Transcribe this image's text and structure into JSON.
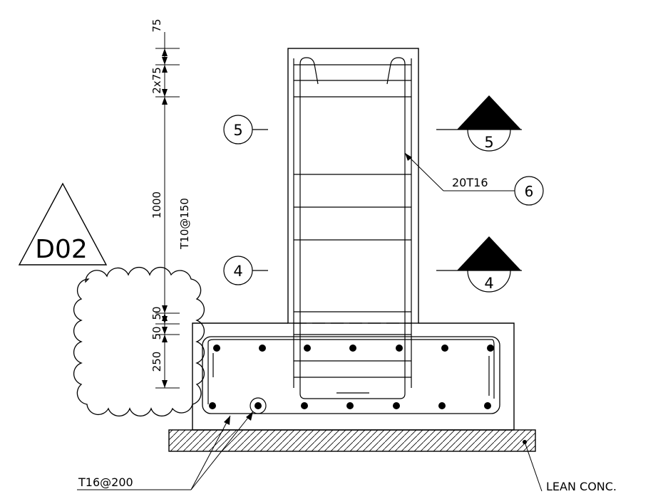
{
  "detail_tag": "D02",
  "dimensions": {
    "d75": "75",
    "d2x75": "2x75",
    "d1000": "1000",
    "d50a": "50",
    "d50b": "50",
    "d250": "250"
  },
  "vertical_bar_label": "T10@150",
  "section_markers": [
    {
      "number": "5"
    },
    {
      "number": "4"
    }
  ],
  "main_bars_label": "20T16",
  "main_bars_tag": "6",
  "base_bars_label": "T16@200",
  "lean_concrete_label": "LEAN  CONC.",
  "colors": {
    "line": "#000000",
    "background": "#ffffff"
  }
}
